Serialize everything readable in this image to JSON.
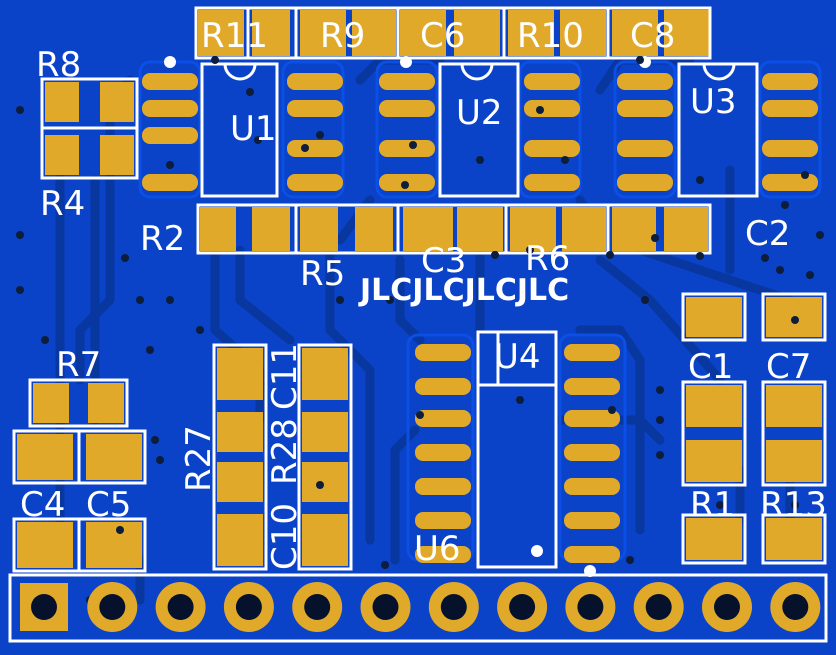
{
  "board": {
    "colors": {
      "substrate": "#0a42c8",
      "trace": "#0b4fe6",
      "trace_dark": "#08379f",
      "pad": "#e0a92a",
      "silk": "#ffffff",
      "via": "#0d1d3a",
      "hole": "#06122b"
    },
    "labels": {
      "r11": "R11",
      "r9": "R9",
      "c6": "C6",
      "r10": "R10",
      "c8": "C8",
      "r8": "R8",
      "r4": "R4",
      "u1": "U1",
      "u2": "U2",
      "u3": "U3",
      "r2": "R2",
      "r5": "R5",
      "c3": "C3",
      "r6": "R6",
      "c2": "C2",
      "jlc": "JLCJLCJLCJLC",
      "r7": "R7",
      "c11": "C11",
      "r27": "R27",
      "r28": "R28",
      "c10": "C10",
      "u4": "U4",
      "u6": "U6",
      "c1": "C1",
      "c7": "C7",
      "c4": "C4",
      "c5": "C5",
      "r1": "R1",
      "r13": "R13"
    },
    "header_pin_count": 12
  }
}
